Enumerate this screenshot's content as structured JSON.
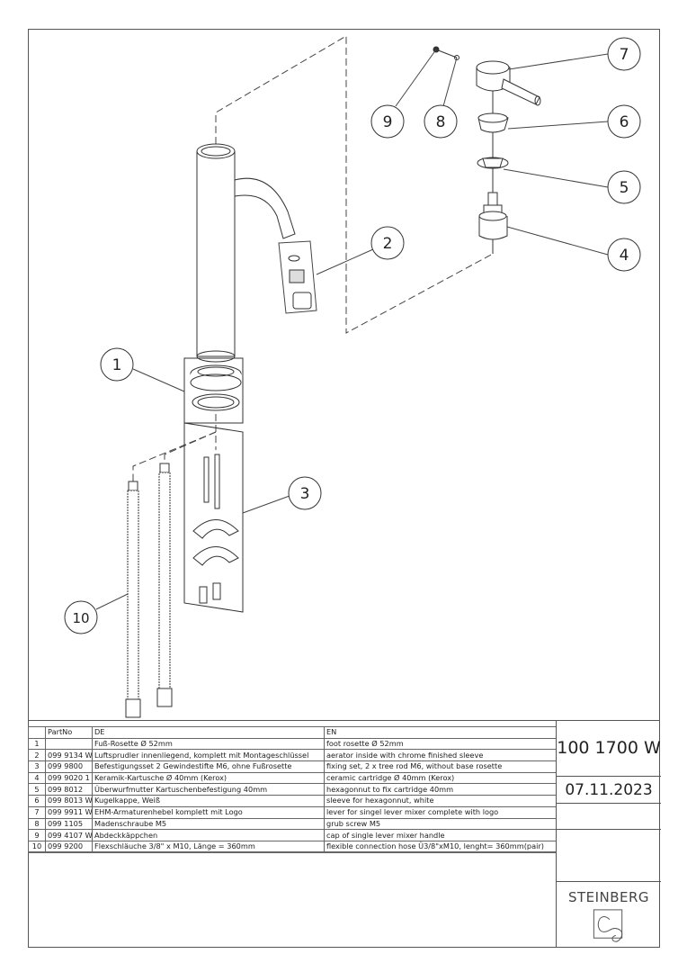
{
  "callouts": [
    "1",
    "2",
    "3",
    "4",
    "5",
    "6",
    "7",
    "8",
    "9",
    "10"
  ],
  "table": {
    "headers": {
      "num": "",
      "part_no": "PartNo",
      "de": "DE",
      "en": "EN"
    },
    "rows": [
      {
        "num": "1",
        "part_no": "",
        "de": "Fuß-Rosette Ø 52mm",
        "en": "foot rosette Ø 52mm"
      },
      {
        "num": "2",
        "part_no": "099 9134 W",
        "de": "Luftsprudler innenliegend, komplett mit Montageschlüssel",
        "en": "aerator inside with chrome finished sleeve"
      },
      {
        "num": "3",
        "part_no": "099 9800",
        "de": "Befestigungsset 2 Gewindestifte M6, ohne Fußrosette",
        "en": "fixing set, 2 x tree rod M6, without base rosette"
      },
      {
        "num": "4",
        "part_no": "099 9020 1",
        "de": "Keramik-Kartusche Ø 40mm (Kerox)",
        "en": "ceramic cartridge Ø 40mm (Kerox)"
      },
      {
        "num": "5",
        "part_no": "099 8012",
        "de": "Überwurfmutter Kartuschenbefestigung 40mm",
        "en": "hexagonnut to fix cartridge 40mm"
      },
      {
        "num": "6",
        "part_no": "099 8013 W",
        "de": "Kugelkappe, Weiß",
        "en": "sleeve for hexagonnut, white"
      },
      {
        "num": "7",
        "part_no": "099 9911 W",
        "de": "EHM-Armaturenhebel komplett mit Logo",
        "en": "lever for singel lever mixer complete with logo"
      },
      {
        "num": "8",
        "part_no": "099 1105",
        "de": "Madenschraube M5",
        "en": "grub screw M5"
      },
      {
        "num": "9",
        "part_no": "099 4107 W",
        "de": "Abdeckkäppchen",
        "en": "cap of single lever mixer handle"
      },
      {
        "num": "10",
        "part_no": "099 9200",
        "de": "Flexschläuche 3/8\" x M10, Länge = 360mm",
        "en": "flexible connection hose Ü3/8\"xM10, lenght= 360mm(pair)"
      }
    ]
  },
  "title_block": {
    "article_no": "100 1700 W",
    "date": "07.11.2023",
    "brand": "STEINBERG"
  }
}
